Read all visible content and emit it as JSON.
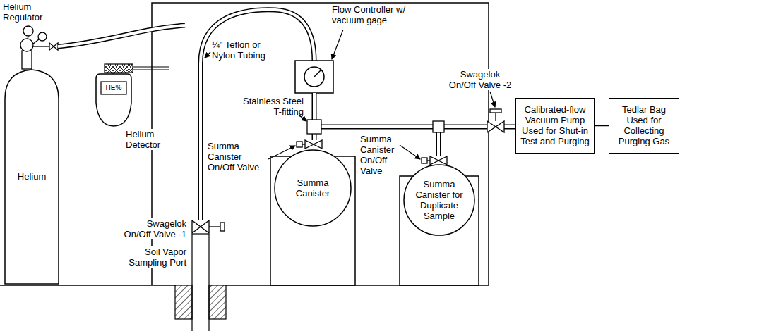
{
  "diagram": {
    "nodes": [
      {
        "text": [
          "Helium"
        ]
      },
      {
        "text": [
          "HE%"
        ]
      },
      {
        "text": [
          "Summa Canister"
        ]
      },
      {
        "text": [
          "Summa Canister for Duplicate Sample"
        ]
      },
      {
        "text": [
          "Calibrated-flow Vacuum Pump Used for Shut-in Test and Purging"
        ]
      },
      {
        "text": [
          "Tedlar Bag Used for Collecting Purging Gas"
        ]
      }
    ],
    "edges": [
      {
        "from": 4,
        "to": 5,
        "arrow": "none"
      }
    ],
    "labels": [
      "Helium Regulator",
      "Helium Detector",
      "¼\" Teflon or Nylon Tubing",
      "Flow Controller w/ vacuum gage",
      "Stainless Steel T-fitting",
      "Swagelok On/Off Valve -2",
      "Summa Canister On/Off Valve",
      "Summa Canister On/Off Valve",
      "Swagelok On/Off Valve -1",
      "Soil Vapor Sampling Port"
    ]
  }
}
